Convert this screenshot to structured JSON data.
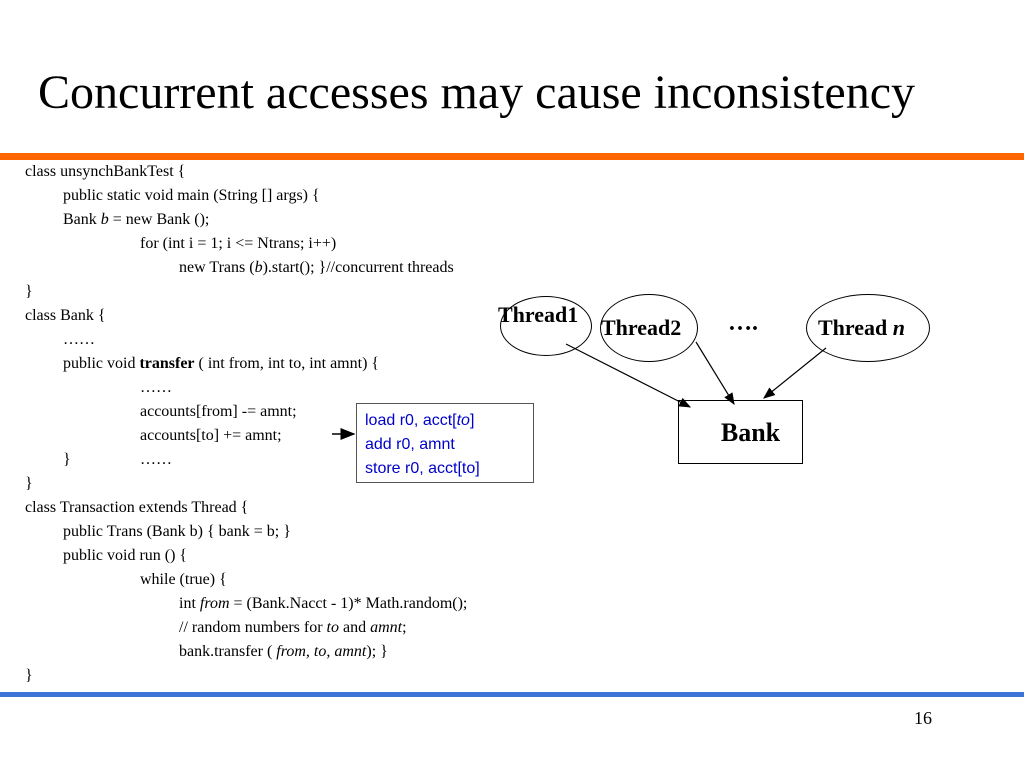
{
  "title": "Concurrent accesses may cause inconsistency",
  "code": {
    "l1": "class unsynchBankTest {",
    "l2": "public static void main (String [] args) {",
    "l3a": "Bank ",
    "l3b": "b",
    "l3c": " = new Bank ();",
    "l4": "for (int i = 1; i <= Ntrans; i++)",
    "l5a": "new Trans (",
    "l5b": "b",
    "l5c": ").start(); }//concurrent threads",
    "l6": "}",
    "l7": "class Bank {",
    "l8": "……",
    "l9a": "public void ",
    "l9b": "transfer",
    "l9c": " ( int from, int to, int amnt) {",
    "l10": "……",
    "l11": "accounts[from] -= amnt;",
    "l12": "accounts[to] += amnt;",
    "l13a": "}",
    "l13b": "……",
    "l14": "}",
    "l15": "class Transaction extends Thread {",
    "l16": "public Trans (Bank b) { bank = b; }",
    "l17": "public void run () {",
    "l18": "while (true) {",
    "l19a": "int ",
    "l19b": "from",
    "l19c": " = (Bank.Nacct - 1)* Math.random();",
    "l20a": "// random numbers for ",
    "l20b": "to",
    "l20c": " and ",
    "l20d": "amnt",
    "l20e": ";",
    "l21a": "bank.transfer ( ",
    "l21b": "from, to, amnt",
    "l21c": "); }",
    "l22": "}"
  },
  "callout": {
    "line1a": "load r0, acct[",
    "line1b": "to",
    "line1c": "]",
    "line2": "add r0, amnt",
    "line3": "store r0, acct[to]"
  },
  "diagram": {
    "thread1": "Thread1",
    "thread2": "Thread2",
    "dots": "….",
    "threadn_a": "Thread ",
    "threadn_b": "n",
    "bank": "Bank"
  },
  "page_number": "16",
  "colors": {
    "top_rule": "#ff6600",
    "bottom_rule": "#3b74d6",
    "callout_text": "#0000cc"
  }
}
